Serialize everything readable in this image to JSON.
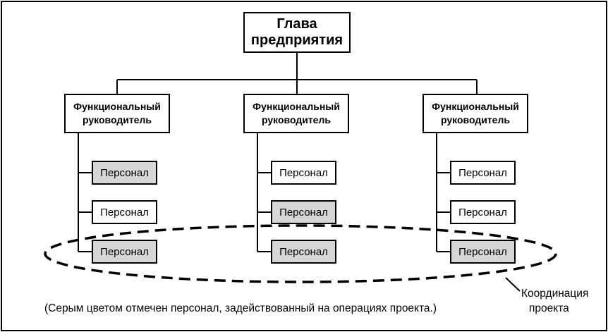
{
  "head": {
    "label_line1": "Глава",
    "label_line2": "предприятия"
  },
  "functional": [
    {
      "line1": "Функциональный",
      "line2": "руководитель",
      "staff": [
        {
          "label": "Персонал",
          "highlighted": true
        },
        {
          "label": "Персонал",
          "highlighted": false
        },
        {
          "label": "Персонал",
          "highlighted": true
        }
      ]
    },
    {
      "line1": "Функциональный",
      "line2": "руководитель",
      "staff": [
        {
          "label": "Персонал",
          "highlighted": false
        },
        {
          "label": "Персонал",
          "highlighted": true
        },
        {
          "label": "Персонал",
          "highlighted": true
        }
      ]
    },
    {
      "line1": "Функциональный",
      "line2": "руководитель",
      "staff": [
        {
          "label": "Персонал",
          "highlighted": false
        },
        {
          "label": "Персонал",
          "highlighted": false
        },
        {
          "label": "Персонал",
          "highlighted": true
        }
      ]
    }
  ],
  "coordination": {
    "line1": "Координация",
    "line2": "проекта"
  },
  "note": "(Серым цветом отмечен персонал, задействованный на операциях проекта.)",
  "colors": {
    "highlight": "#d6d6d6",
    "line": "#000000"
  }
}
